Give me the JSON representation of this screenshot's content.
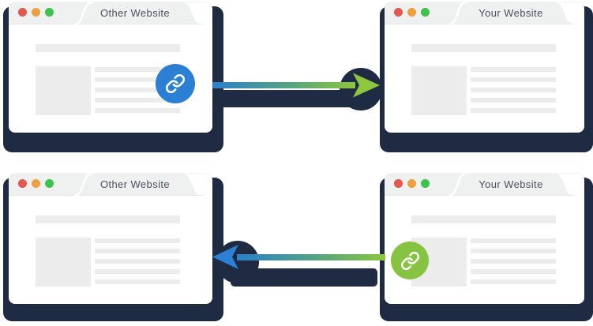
{
  "diagram_type": "backlink-illustration",
  "windows": [
    {
      "position": "top-left",
      "title": "Other Website",
      "traffic_lights": [
        "red",
        "yellow",
        "green"
      ],
      "link_badge": {
        "visible": true,
        "icon": "link",
        "color": "#2b80d3"
      },
      "placeholders": {
        "headline_bar": 1,
        "image_block": 1,
        "text_lines": 5
      }
    },
    {
      "position": "top-right",
      "title": "Your Website",
      "traffic_lights": [
        "red",
        "yellow",
        "green"
      ],
      "link_badge": {
        "visible": false
      },
      "placeholders": {
        "headline_bar": 1,
        "image_block": 1,
        "text_lines": 5
      }
    },
    {
      "position": "bottom-left",
      "title": "Other Website",
      "traffic_lights": [
        "red",
        "yellow",
        "green"
      ],
      "link_badge": {
        "visible": false
      },
      "placeholders": {
        "headline_bar": 1,
        "image_block": 1,
        "text_lines": 5
      }
    },
    {
      "position": "bottom-right",
      "title": "Your Website",
      "traffic_lights": [
        "red",
        "yellow",
        "green"
      ],
      "link_badge": {
        "visible": true,
        "icon": "link",
        "color": "#85c341"
      },
      "placeholders": {
        "headline_bar": 1,
        "image_block": 1,
        "text_lines": 5
      }
    }
  ],
  "arrows": [
    {
      "row": "top",
      "direction": "right",
      "from_window": "Other Website",
      "to_window": "Your Website",
      "gradient": [
        "#2c80cb",
        "#8dc63f"
      ],
      "head_color": "#8dc63f"
    },
    {
      "row": "bottom",
      "direction": "left",
      "from_window": "Your Website",
      "to_window": "Other Website",
      "gradient": [
        "#2c80cb",
        "#8dc63f"
      ],
      "head_color": "#2b80d3"
    }
  ],
  "colors": {
    "shadow_navy": "#1f2b42",
    "window_background": "#ffffff",
    "header_gray": "#eff0f0",
    "placeholder_gray": "#ececec",
    "dot_red": "#e4574e",
    "dot_yellow": "#eda13c",
    "dot_green": "#3dc24e",
    "title_text": "#49525a"
  }
}
